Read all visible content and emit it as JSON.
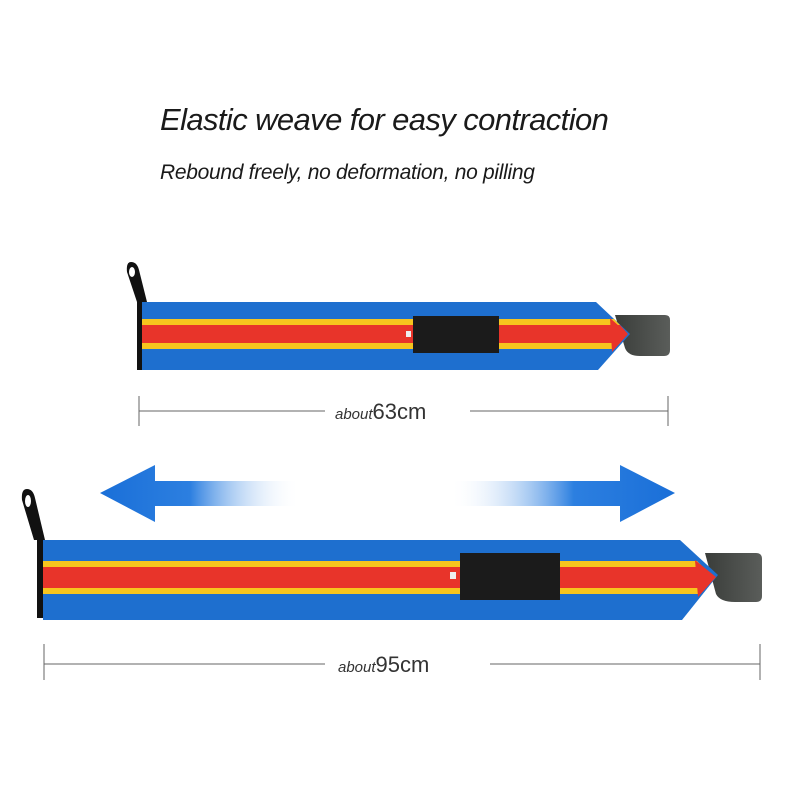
{
  "headline": "Elastic weave for easy contraction",
  "subline": "Rebound freely, no deformation, no pilling",
  "strap_short": {
    "length_prefix": "about",
    "length_value": "63cm"
  },
  "strap_long": {
    "length_prefix": "about",
    "length_value": "95cm"
  },
  "colors": {
    "strap_blue": "#1e6fcf",
    "stripe_red": "#e8342a",
    "stripe_yellow": "#f7c51e",
    "velcro": "#1b1b1b",
    "thumb_tab": "#4a4d4a",
    "arrow_blue": "#1a6fd8"
  }
}
